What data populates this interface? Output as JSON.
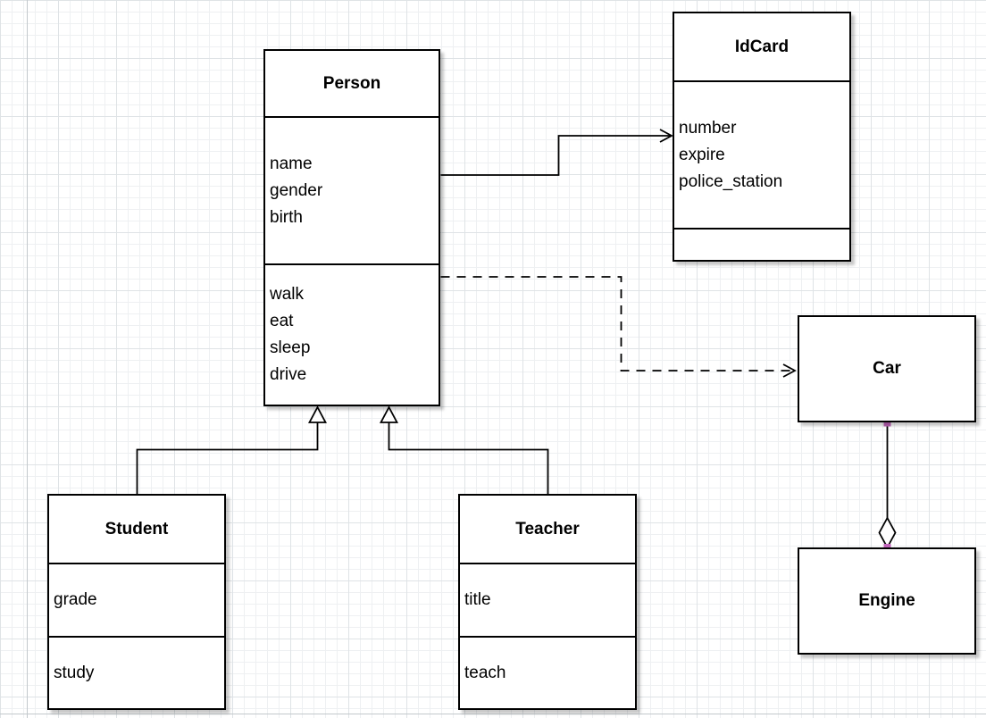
{
  "classes": {
    "person": {
      "title": "Person",
      "attributes": [
        "name",
        "gender",
        "birth"
      ],
      "methods": [
        "walk",
        "eat",
        "sleep",
        "drive"
      ]
    },
    "idcard": {
      "title": "IdCard",
      "attributes": [
        "number",
        "expire",
        "police_station"
      ],
      "methods": []
    },
    "car": {
      "title": "Car"
    },
    "engine": {
      "title": "Engine"
    },
    "student": {
      "title": "Student",
      "attributes": [
        "grade"
      ],
      "methods": [
        "study"
      ]
    },
    "teacher": {
      "title": "Teacher",
      "attributes": [
        "title"
      ],
      "methods": [
        "teach"
      ]
    }
  },
  "relations": [
    {
      "from": "Person",
      "to": "IdCard",
      "type": "association",
      "style": "solid, open arrow"
    },
    {
      "from": "Person",
      "to": "Car",
      "type": "dependency",
      "style": "dashed, open arrow"
    },
    {
      "from": "Student",
      "to": "Person",
      "type": "generalization",
      "style": "solid, hollow triangle"
    },
    {
      "from": "Teacher",
      "to": "Person",
      "type": "generalization",
      "style": "solid, hollow triangle"
    },
    {
      "from": "Car",
      "to": "Engine",
      "type": "aggregation",
      "style": "solid, hollow diamond, fixed endpoints"
    }
  ],
  "colors": {
    "line": "#000000",
    "box_fill": "#ffffff",
    "endpoint_marker": "#bf63b8"
  }
}
